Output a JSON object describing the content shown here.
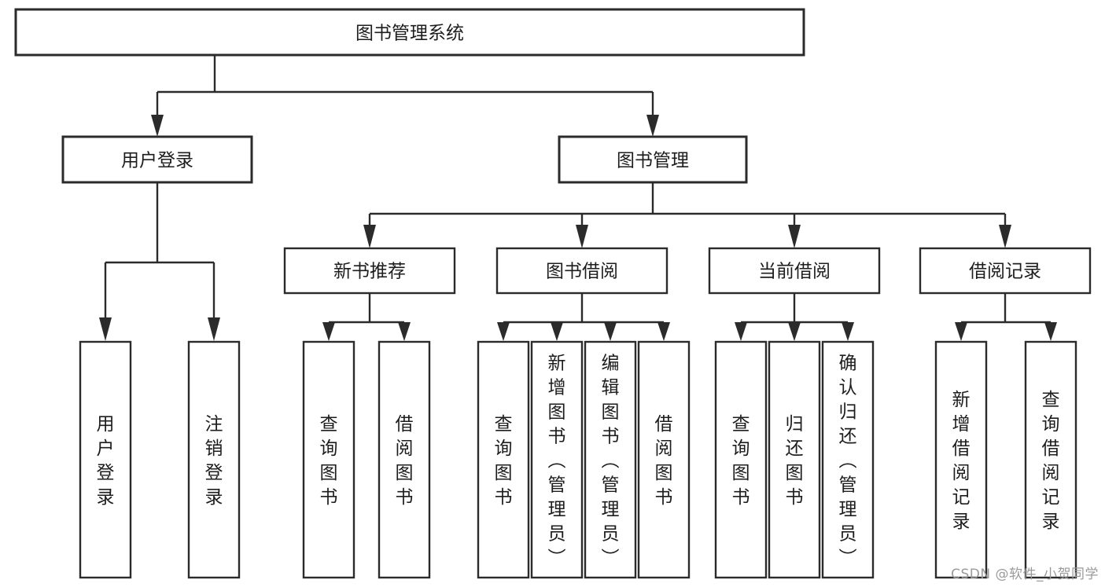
{
  "diagram": {
    "title": "图书管理系统",
    "type": "tree",
    "orientation": "top-down",
    "colors": {
      "background": "#ffffff",
      "box_fill": "#ffffff",
      "box_stroke": "#2b2b2b",
      "text": "#1d1d1d",
      "watermark": "#9a9a9a"
    },
    "root": {
      "id": "root",
      "label": "图书管理系统",
      "orientation": "horizontal"
    },
    "level2": [
      {
        "id": "user-login",
        "label": "用户登录",
        "orientation": "horizontal"
      },
      {
        "id": "book-management",
        "label": "图书管理",
        "orientation": "horizontal"
      }
    ],
    "level3": [
      {
        "id": "new-book-recommend",
        "label": "新书推荐",
        "orientation": "horizontal",
        "parent": "book-management"
      },
      {
        "id": "book-borrow",
        "label": "图书借阅",
        "orientation": "horizontal",
        "parent": "book-management"
      },
      {
        "id": "current-borrow",
        "label": "当前借阅",
        "orientation": "horizontal",
        "parent": "book-management"
      },
      {
        "id": "borrow-record",
        "label": "借阅记录",
        "orientation": "horizontal",
        "parent": "book-management"
      }
    ],
    "leaves": {
      "user-login": [
        {
          "id": "leaf-user-login",
          "label": "用户登录",
          "orientation": "vertical"
        },
        {
          "id": "leaf-logout",
          "label": "注销登录",
          "orientation": "vertical"
        }
      ],
      "new-book-recommend": [
        {
          "id": "leaf-query-book-1",
          "label": "查询图书",
          "orientation": "vertical"
        },
        {
          "id": "leaf-borrow-book-1",
          "label": "借阅图书",
          "orientation": "vertical"
        }
      ],
      "book-borrow": [
        {
          "id": "leaf-query-book-2",
          "label": "查询图书",
          "orientation": "vertical"
        },
        {
          "id": "leaf-add-book",
          "label": "新增图书（管理员）",
          "orientation": "vertical"
        },
        {
          "id": "leaf-edit-book",
          "label": "编辑图书（管理员）",
          "orientation": "vertical"
        },
        {
          "id": "leaf-borrow-book-2",
          "label": "借阅图书",
          "orientation": "vertical"
        }
      ],
      "current-borrow": [
        {
          "id": "leaf-query-book-3",
          "label": "查询图书",
          "orientation": "vertical"
        },
        {
          "id": "leaf-return-book",
          "label": "归还图书",
          "orientation": "vertical"
        },
        {
          "id": "leaf-confirm-return",
          "label": "确认归还（管理员）",
          "orientation": "vertical"
        }
      ],
      "borrow-record": [
        {
          "id": "leaf-add-record",
          "label": "新增借阅记录",
          "orientation": "vertical"
        },
        {
          "id": "leaf-query-record",
          "label": "查询借阅记录",
          "orientation": "vertical"
        }
      ]
    }
  },
  "watermark": {
    "text": "CSDN @软件_小贺同学"
  }
}
